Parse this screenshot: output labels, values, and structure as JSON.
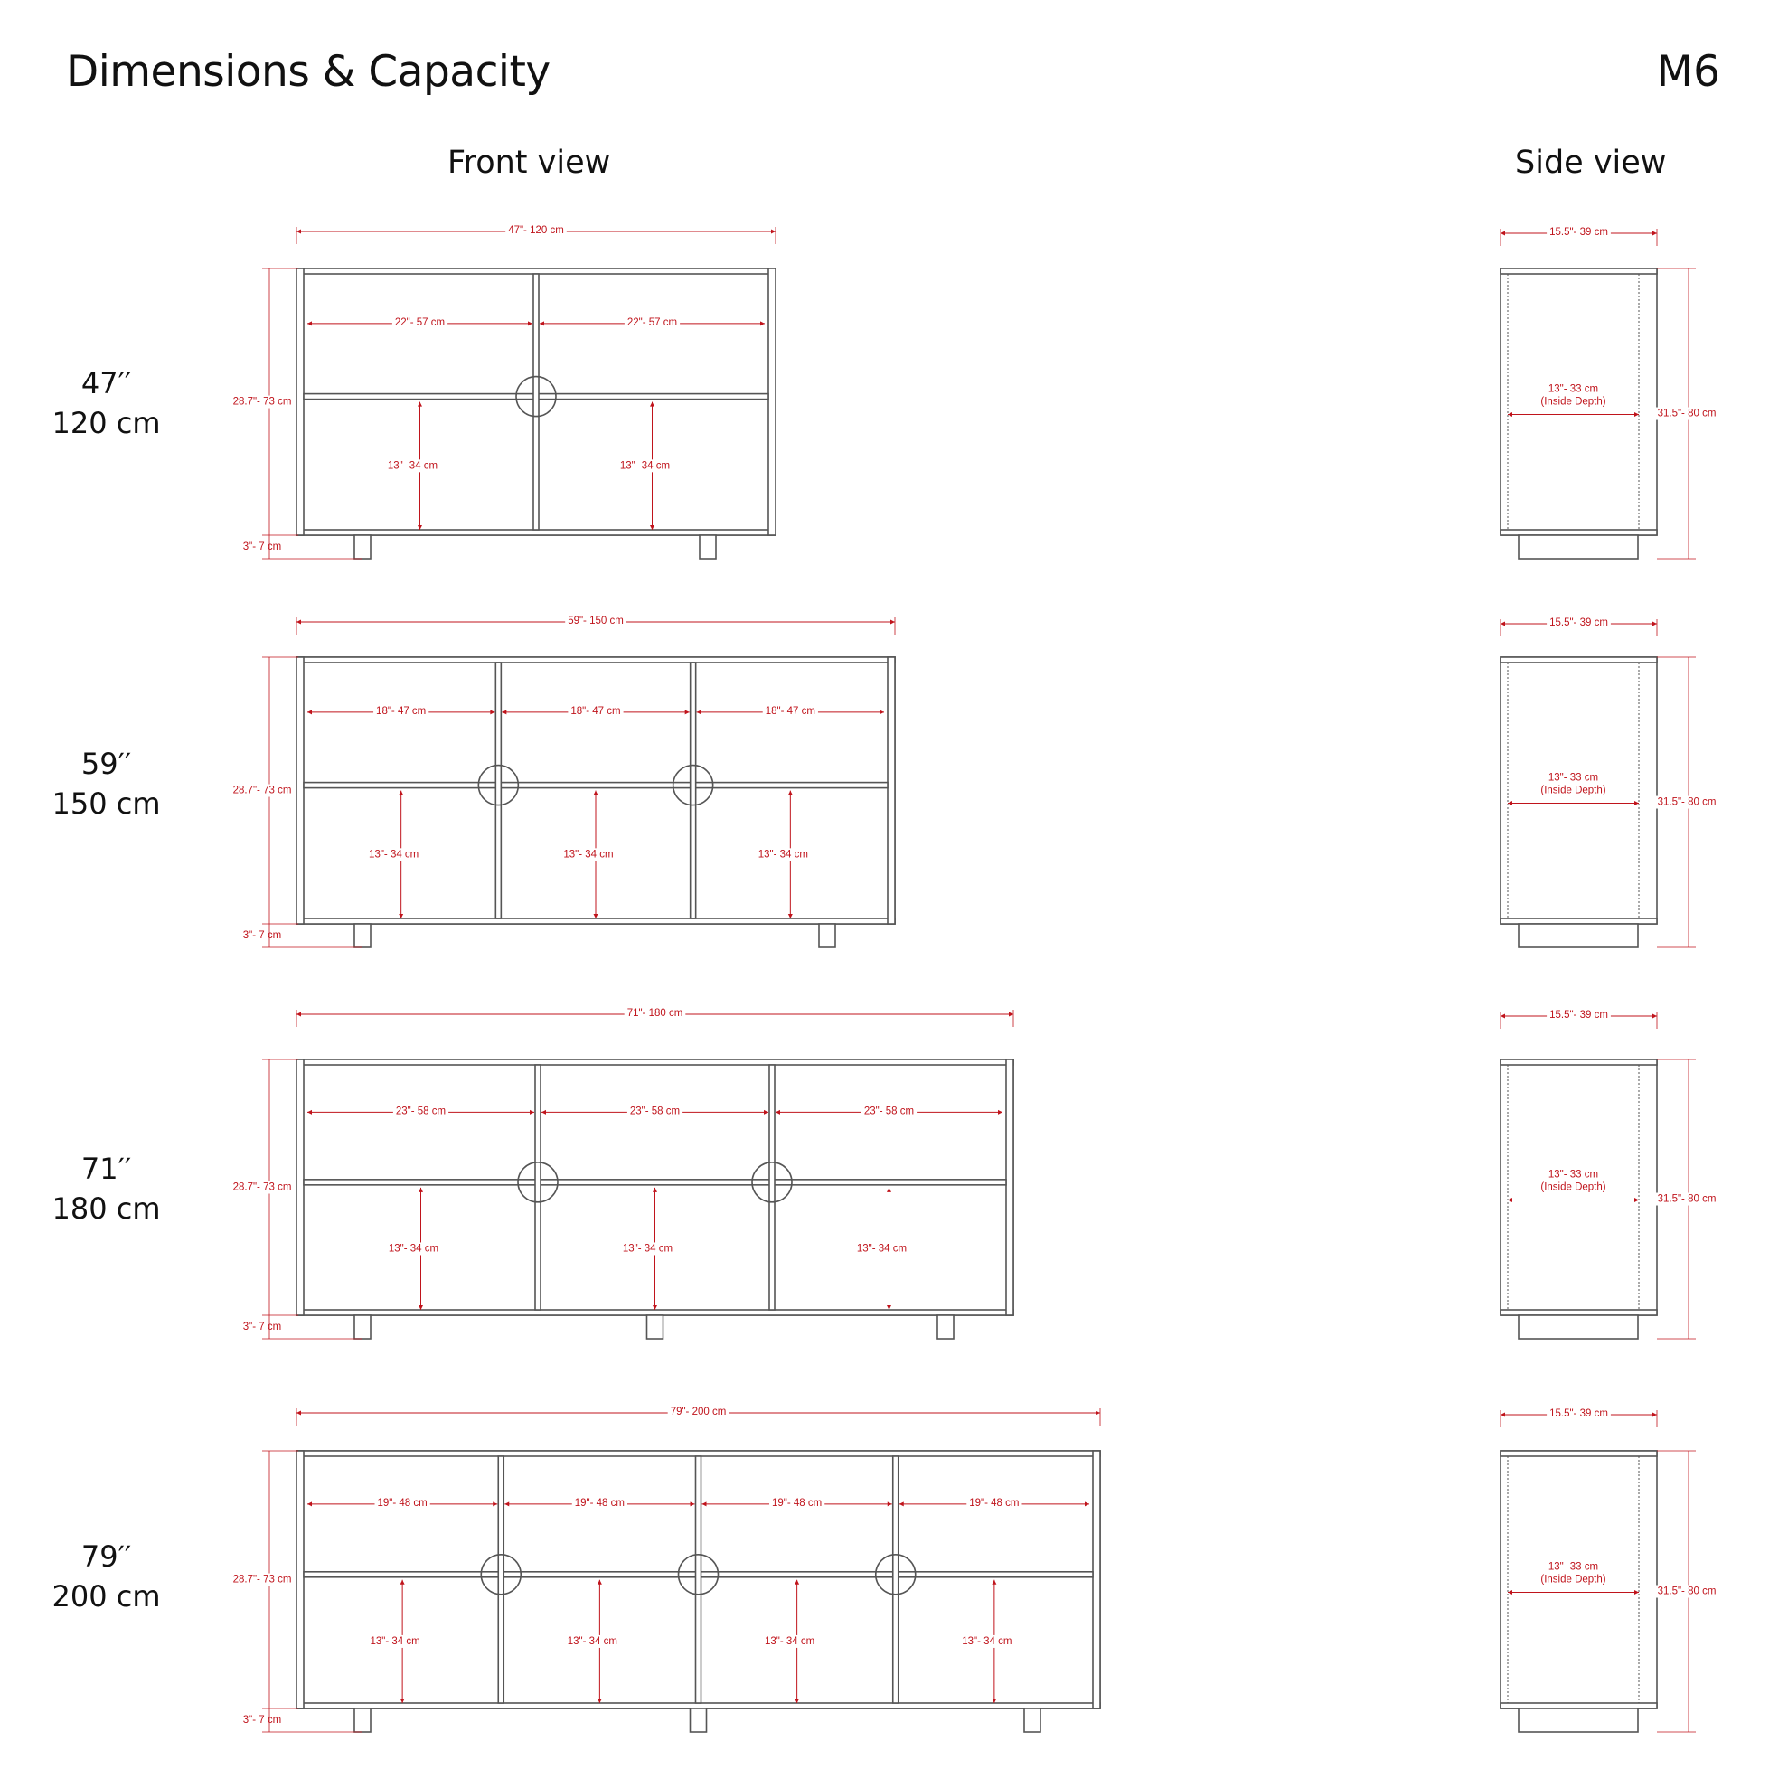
{
  "header": {
    "title": "Dimensions & Capacity",
    "model": "M6"
  },
  "views": {
    "front": "Front view",
    "side": "Side view"
  },
  "colors": {
    "line": "#555555",
    "dimension": "#c0141c",
    "text": "#111111"
  },
  "units": [
    {
      "size_in": "47′′",
      "size_cm": "120 cm",
      "width_label": "47\"- 120 cm",
      "bays": 2,
      "bay_width_label": "22\"- 57 cm",
      "height_label": "28.7\"- 73 cm",
      "leg_label": "3\"- 7 cm",
      "shelf_label": "13\"- 34 cm",
      "side": {
        "depth_label": "15.5\"- 39 cm",
        "inside_depth": "13\"- 33 cm",
        "inside_note": "(Inside Depth)",
        "total_height": "31.5\"- 80 cm"
      }
    },
    {
      "size_in": "59′′",
      "size_cm": "150 cm",
      "width_label": "59\"- 150 cm",
      "bays": 3,
      "bay_width_label": "18\"- 47 cm",
      "height_label": "28.7\"- 73 cm",
      "leg_label": "3\"- 7 cm",
      "shelf_label": "13\"- 34 cm",
      "side": {
        "depth_label": "15.5\"- 39 cm",
        "inside_depth": "13\"- 33 cm",
        "inside_note": "(Inside Depth)",
        "total_height": "31.5\"- 80 cm"
      }
    },
    {
      "size_in": "71′′",
      "size_cm": "180 cm",
      "width_label": "71\"- 180 cm",
      "bays": 3,
      "bay_width_label": "23\"- 58 cm",
      "height_label": "28.7\"- 73 cm",
      "leg_label": "3\"- 7 cm",
      "shelf_label": "13\"- 34 cm",
      "side": {
        "depth_label": "15.5\"- 39 cm",
        "inside_depth": "13\"- 33 cm",
        "inside_note": "(Inside Depth)",
        "total_height": "31.5\"- 80 cm"
      }
    },
    {
      "size_in": "79′′",
      "size_cm": "200 cm",
      "width_label": "79\"- 200 cm",
      "bays": 4,
      "bay_width_label": "19\"- 48 cm",
      "height_label": "28.7\"- 73 cm",
      "leg_label": "3\"- 7 cm",
      "shelf_label": "13\"- 34 cm",
      "side": {
        "depth_label": "15.5\"- 39 cm",
        "inside_depth": "13\"- 33 cm",
        "inside_note": "(Inside Depth)",
        "total_height": "31.5\"- 80 cm"
      }
    }
  ]
}
